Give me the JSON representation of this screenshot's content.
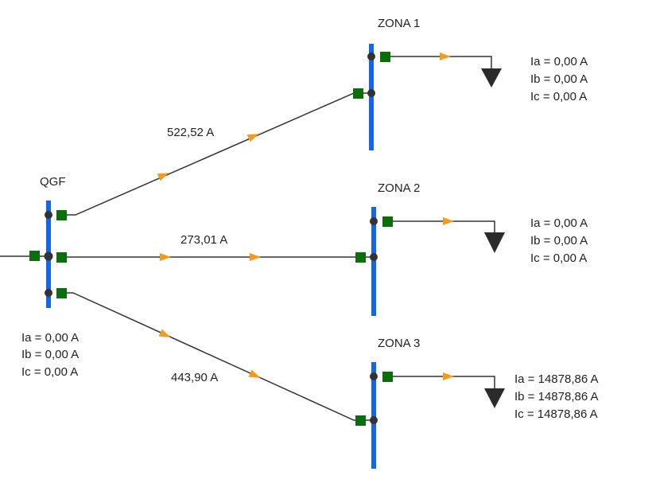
{
  "colors": {
    "bus": "#1565e8",
    "breaker": "#0a6e0a",
    "node": "#333333",
    "flow_arrow": "#f59a1a",
    "load": "#2b2b2b",
    "wire": "#333333"
  },
  "qgf": {
    "name": "QGF",
    "readings": {
      "ia": "Ia = 0,00 A",
      "ib": "Ib = 0,00 A",
      "ic": "Ic = 0,00 A"
    }
  },
  "feeders": [
    {
      "label": "522,52 A"
    },
    {
      "label": "273,01 A"
    },
    {
      "label": "443,90 A"
    }
  ],
  "zones": [
    {
      "name": "ZONA 1",
      "readings": {
        "ia": "Ia = 0,00 A",
        "ib": "Ib = 0,00 A",
        "ic": "Ic = 0,00 A"
      }
    },
    {
      "name": "ZONA 2",
      "readings": {
        "ia": "Ia = 0,00 A",
        "ib": "Ib = 0,00 A",
        "ic": "Ic = 0,00 A"
      }
    },
    {
      "name": "ZONA 3",
      "readings": {
        "ia": "Ia = 14878,86 A",
        "ib": "Ib = 14878,86 A",
        "ic": "Ic = 14878,86 A"
      }
    }
  ]
}
